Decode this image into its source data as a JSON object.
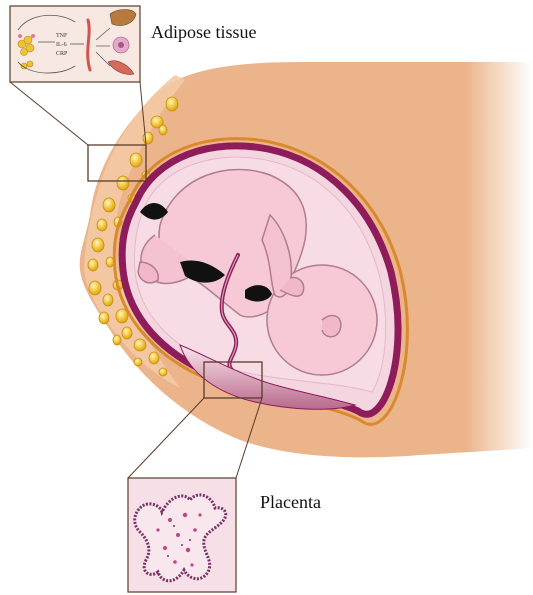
{
  "labels": {
    "adipose": "Adipose tissue",
    "placenta": "Placenta"
  },
  "inset_adipose": {
    "cytokines": [
      "TNF",
      "IL-6",
      "CRP"
    ]
  },
  "colors": {
    "skin": "#ecb48a",
    "skin_light": "#f6d7bd",
    "uterus_wall": "#8e1c5a",
    "uterus_outline": "#d9892e",
    "amniotic": "#f4d6e0",
    "fetus": "#f7c9d6",
    "fat_cell": "#f1c232",
    "inset_border": "#5a3b2a"
  }
}
